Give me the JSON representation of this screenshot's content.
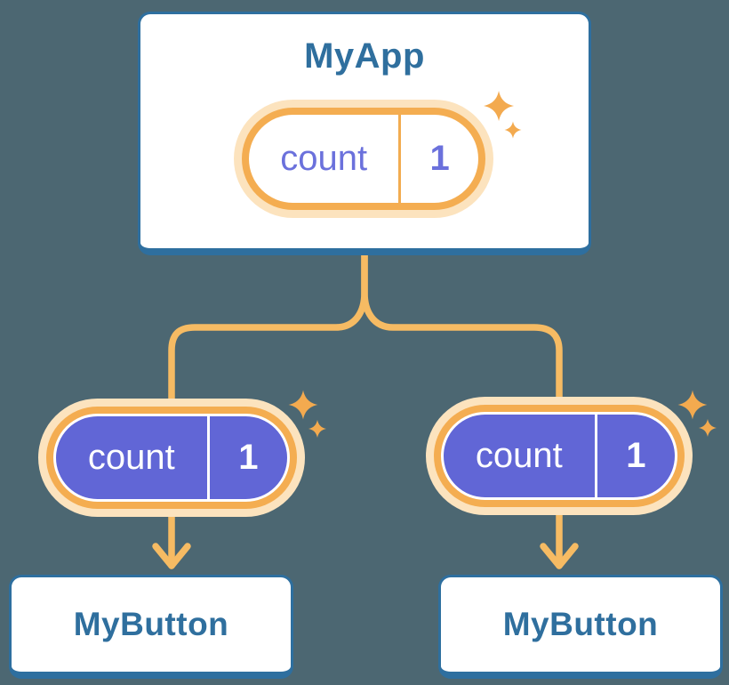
{
  "diagram": {
    "root": {
      "title": "MyApp",
      "state": {
        "name": "count",
        "value": "1"
      }
    },
    "children": [
      {
        "title": "MyButton",
        "state": {
          "name": "count",
          "value": "1"
        }
      },
      {
        "title": "MyButton",
        "state": {
          "name": "count",
          "value": "1"
        }
      }
    ]
  },
  "icons": {
    "sparkle": "four-point-star",
    "arrow": "chevron-arrow-down"
  },
  "colors": {
    "background": "#4C6772",
    "card_border": "#2E6F9F",
    "heading_text": "#2F6F9E",
    "connector_orange": "#F6BB63",
    "ring_orange": "#F4AD51",
    "ring_pale": "#FCE3BE",
    "pill_purple": "#6166D6",
    "state_text_purple": "#6B71DC",
    "state_text_white": "#FFFFFF",
    "sparkle_orange": "#F3AA4F"
  }
}
